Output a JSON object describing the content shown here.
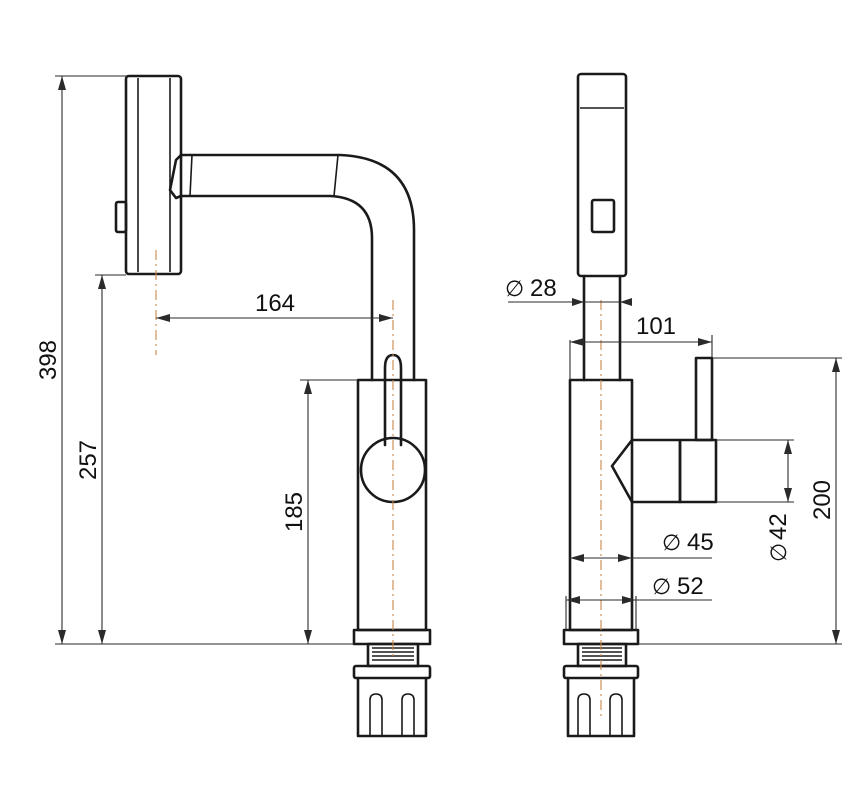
{
  "dimensions": {
    "total_height": "398",
    "spout_outlet_height": "257",
    "spout_reach": "164",
    "body_height": "185",
    "spout_diameter": "28",
    "handle_reach": "101",
    "handle_height": "200",
    "handle_diameter": "42",
    "body_diameter_upper": "45",
    "body_diameter_base": "52"
  },
  "symbols": {
    "diameter": "∅"
  },
  "colors": {
    "outline": "#1a1a1a",
    "centerline": "#c8874a"
  }
}
